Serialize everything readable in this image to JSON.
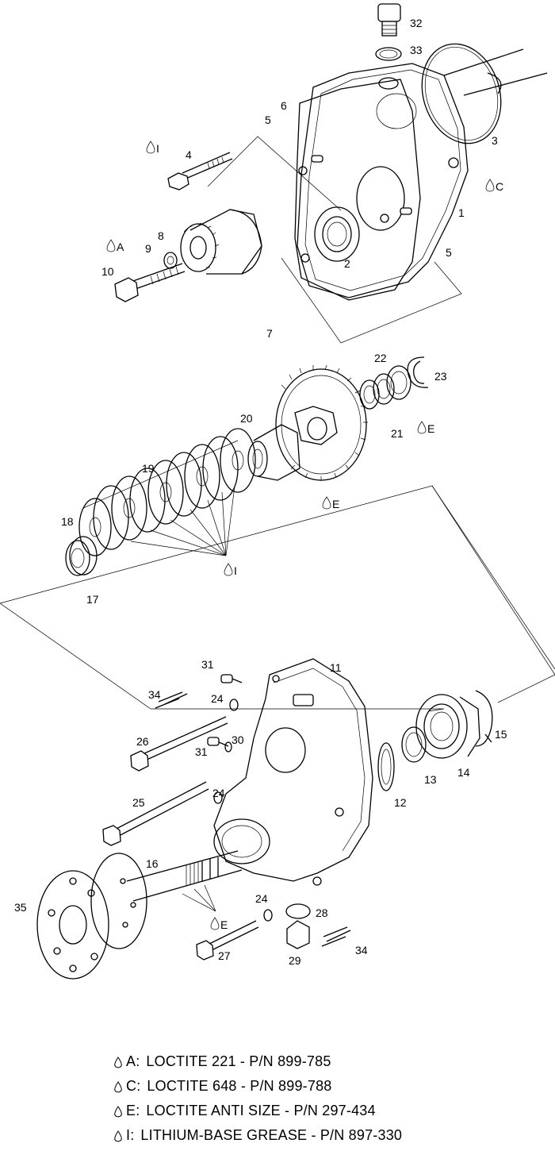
{
  "part_labels": [
    "1",
    "2",
    "3",
    "4",
    "5",
    "5",
    "6",
    "7",
    "8",
    "9",
    "10",
    "11",
    "12",
    "13",
    "14",
    "15",
    "16",
    "17",
    "18",
    "19",
    "20",
    "21",
    "22",
    "23",
    "24",
    "24",
    "24",
    "25",
    "26",
    "27",
    "28",
    "29",
    "30",
    "31",
    "31",
    "32",
    "33",
    "34",
    "34",
    "35"
  ],
  "callout_labels": [
    "I",
    "A",
    "C",
    "E",
    "E",
    "I",
    "E"
  ],
  "legend": [
    {
      "code": "A:",
      "text": "LOCTITE 221 - P/N 899-785"
    },
    {
      "code": "C:",
      "text": "LOCTITE 648 - P/N 899-788"
    },
    {
      "code": "E:",
      "text": "LOCTITE ANTI SIZE - P/N 297-434"
    },
    {
      "code": "I:",
      "text": "LITHIUM-BASE GREASE - P/N 897-330"
    }
  ]
}
